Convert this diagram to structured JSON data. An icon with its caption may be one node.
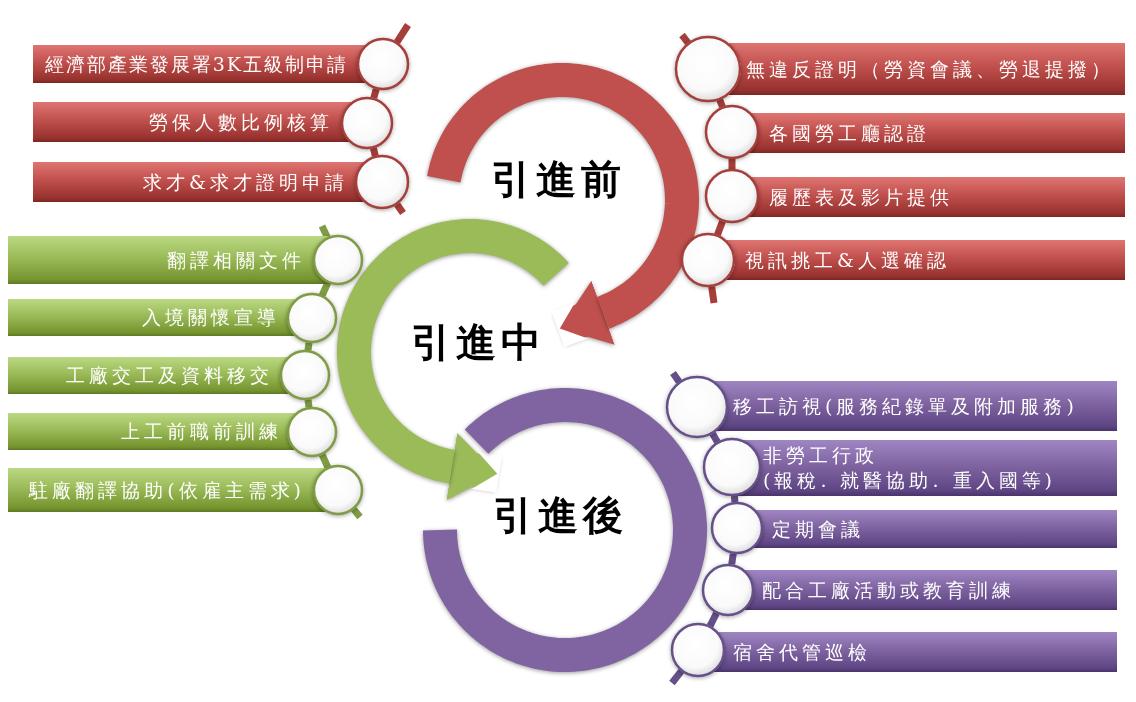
{
  "diagram": {
    "nodes": [
      {
        "text": [
          "引進前"
        ]
      },
      {
        "text": [
          "引進中"
        ]
      },
      {
        "text": [
          "引進後"
        ]
      },
      {
        "text": [
          "經濟部產業發展署3K五級制申請"
        ]
      },
      {
        "text": [
          "勞保人數比例核算"
        ]
      },
      {
        "text": [
          "求才&求才證明申請"
        ]
      },
      {
        "text": [
          "無違反證明（勞資會議、勞退提撥）"
        ]
      },
      {
        "text": [
          "各國勞工廳認證"
        ]
      },
      {
        "text": [
          "履歷表及影片提供"
        ]
      },
      {
        "text": [
          "視訊挑工&人選確認"
        ]
      },
      {
        "text": [
          "翻譯相關文件"
        ]
      },
      {
        "text": [
          "入境關懷宣導"
        ]
      },
      {
        "text": [
          "工廠交工及資料移交"
        ]
      },
      {
        "text": [
          "上工前職前訓練"
        ]
      },
      {
        "text": [
          "駐廠翻譯協助(依雇主需求)"
        ]
      },
      {
        "text": [
          "移工訪視(服務紀錄單及附加服務)"
        ]
      },
      {
        "text": [
          "非勞工行政",
          "(報稅. 就醫協助. 重入國等)"
        ]
      },
      {
        "text": [
          "定期會議"
        ]
      },
      {
        "text": [
          "配合工廠活動或教育訓練"
        ]
      },
      {
        "text": [
          "宿舍代管巡檢"
        ]
      }
    ],
    "edges": [
      {
        "from": 0,
        "to": 1,
        "arrow": "to",
        "style": "thick",
        "color": "#c0504d"
      },
      {
        "from": 1,
        "to": 2,
        "arrow": "to",
        "style": "thick",
        "color": "#9bbb59"
      },
      {
        "from": null,
        "to": 3,
        "arrow": "none",
        "color": "#a63e3b"
      },
      {
        "from": 3,
        "to": 4,
        "arrow": "none",
        "color": "#a63e3b"
      },
      {
        "from": 4,
        "to": 5,
        "arrow": "none",
        "color": "#a63e3b"
      },
      {
        "from": 5,
        "to": null,
        "arrow": "none",
        "color": "#a63e3b"
      },
      {
        "from": null,
        "to": 6,
        "arrow": "none",
        "color": "#a63e3b"
      },
      {
        "from": 6,
        "to": 7,
        "arrow": "none",
        "color": "#a63e3b"
      },
      {
        "from": 7,
        "to": 8,
        "arrow": "none",
        "color": "#a63e3b"
      },
      {
        "from": 8,
        "to": 9,
        "arrow": "none",
        "color": "#a63e3b"
      },
      {
        "from": 9,
        "to": null,
        "arrow": "none",
        "color": "#a63e3b"
      },
      {
        "from": null,
        "to": 10,
        "arrow": "none",
        "color": "#7f9c45"
      },
      {
        "from": 10,
        "to": 11,
        "arrow": "none",
        "color": "#7f9c45"
      },
      {
        "from": 11,
        "to": 12,
        "arrow": "none",
        "color": "#7f9c45"
      },
      {
        "from": 12,
        "to": 13,
        "arrow": "none",
        "color": "#7f9c45"
      },
      {
        "from": 13,
        "to": 14,
        "arrow": "none",
        "color": "#7f9c45"
      },
      {
        "from": 14,
        "to": null,
        "arrow": "none",
        "color": "#7f9c45"
      },
      {
        "from": null,
        "to": 15,
        "arrow": "none",
        "color": "#66508a"
      },
      {
        "from": 15,
        "to": 16,
        "arrow": "none",
        "color": "#66508a"
      },
      {
        "from": 16,
        "to": 17,
        "arrow": "none",
        "color": "#66508a"
      },
      {
        "from": 17,
        "to": 18,
        "arrow": "none",
        "color": "#66508a"
      },
      {
        "from": 18,
        "to": 19,
        "arrow": "none",
        "color": "#66508a"
      },
      {
        "from": 19,
        "to": null,
        "arrow": "none",
        "color": "#66508a"
      }
    ]
  }
}
